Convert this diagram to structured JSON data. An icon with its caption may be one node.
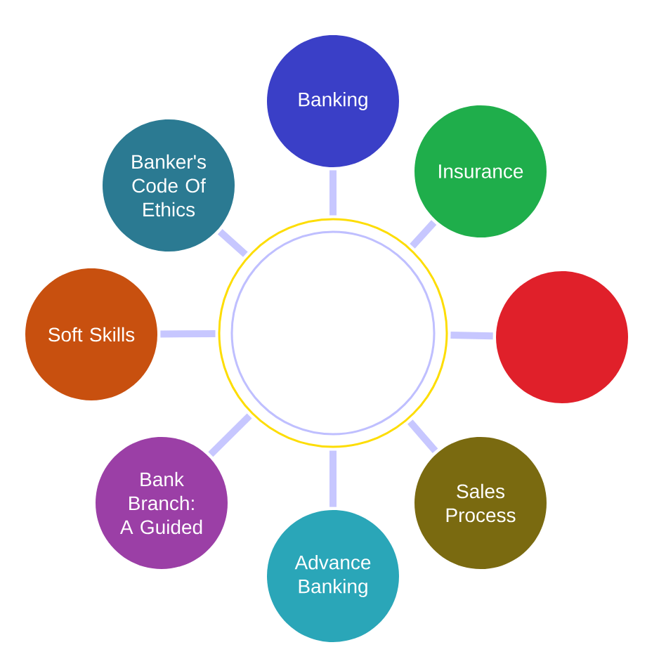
{
  "diagram": {
    "nodes": [
      {
        "text": [],
        "shape": "circle"
      },
      {
        "text": [
          "Banking"
        ]
      },
      {
        "text": [
          "Insurance"
        ]
      },
      {
        "text": [],
        "shape": "circle"
      },
      {
        "text": [
          "Sales Process"
        ]
      },
      {
        "text": [
          "Advance Banking"
        ]
      },
      {
        "text": [
          "Bank Branch: A Guided"
        ]
      },
      {
        "text": [
          "Soft Skills"
        ]
      },
      {
        "text": [
          "Banker's Code Of Ethics"
        ]
      }
    ],
    "edges": [
      {
        "from": 0,
        "to": 1,
        "arrow": "none"
      },
      {
        "from": 0,
        "to": 2,
        "arrow": "none"
      },
      {
        "from": 0,
        "to": 3,
        "arrow": "none"
      },
      {
        "from": 0,
        "to": 4,
        "arrow": "none"
      },
      {
        "from": 0,
        "to": 5,
        "arrow": "none"
      },
      {
        "from": 0,
        "to": 6,
        "arrow": "none"
      },
      {
        "from": 0,
        "to": 7,
        "arrow": "none"
      },
      {
        "from": 0,
        "to": 8,
        "arrow": "none"
      }
    ]
  }
}
